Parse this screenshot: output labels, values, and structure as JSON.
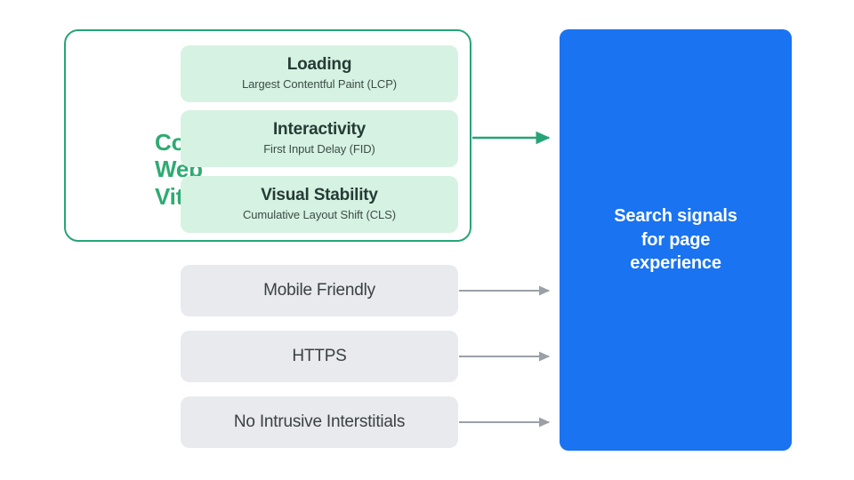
{
  "colors": {
    "green_accent": "#2eab72",
    "green_border": "#27a477",
    "green_card_fill": "#d6f2e2",
    "gray_card_fill": "#e8eaed",
    "blue_fill": "#1a73f0",
    "arrow_gray": "#9aa0a6",
    "text_dark": "#3c4043",
    "text_white": "#ffffff",
    "background": "#ffffff"
  },
  "core_web_vitals": {
    "label": "Core Web Vitals",
    "label_lines": [
      "Core",
      "Web",
      "Vitals"
    ],
    "metrics": [
      {
        "title": "Loading",
        "subtitle": "Largest Contentful Paint (LCP)",
        "abbr": "LCP"
      },
      {
        "title": "Interactivity",
        "subtitle": "First Input Delay (FID)",
        "abbr": "FID"
      },
      {
        "title": "Visual Stability",
        "subtitle": "Cumulative Layout Shift (CLS)",
        "abbr": "CLS"
      }
    ]
  },
  "other_signals": [
    {
      "label": "Mobile Friendly"
    },
    {
      "label": "HTTPS"
    },
    {
      "label": "No Intrusive Interstitials"
    }
  ],
  "outcome": {
    "text": "Search signals\nfor page\nexperience",
    "lines": [
      "Search signals",
      "for page",
      "experience"
    ]
  },
  "arrows": [
    {
      "name": "core-web-vitals-to-outcome",
      "color": "#27a477"
    },
    {
      "name": "mobile-friendly-to-outcome",
      "color": "#9aa0a6"
    },
    {
      "name": "https-to-outcome",
      "color": "#9aa0a6"
    },
    {
      "name": "no-intrusive-interstitials-to-outcome",
      "color": "#9aa0a6"
    }
  ]
}
